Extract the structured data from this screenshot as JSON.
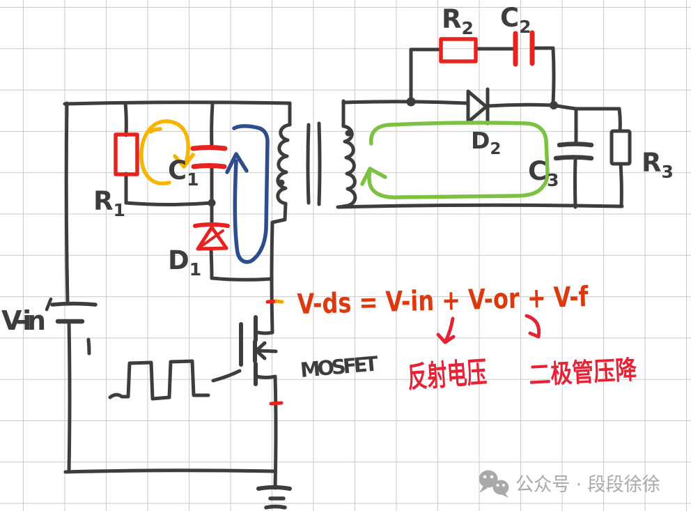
{
  "labels": {
    "r1": {
      "base": "R",
      "sub": "1"
    },
    "c1": {
      "base": "C",
      "sub": "1"
    },
    "d1": {
      "base": "D",
      "sub": "1"
    },
    "r2": {
      "base": "R",
      "sub": "2"
    },
    "c2": {
      "base": "C",
      "sub": "2"
    },
    "d2": {
      "base": "D",
      "sub": "2"
    },
    "c3": {
      "base": "C",
      "sub": "3"
    },
    "r3": {
      "base": "R",
      "sub": "3"
    },
    "vin": "V-in",
    "mosfet": "MOSFET"
  },
  "formula": {
    "text": "V-ds = V-in + V-or + V-f",
    "notes": {
      "reflected_voltage": "反射电压",
      "diode_drop": "二极管压降"
    }
  },
  "watermark": {
    "icon": "wechat-icon",
    "text": "公众号 · 段段徐徐"
  },
  "colors": {
    "ink": "#3d3d3d",
    "component_red": "#e8231f",
    "formula_red": "#de380d",
    "annotation_red": "#e62336",
    "tick_yellow": "#f0a800",
    "loop_yellow": "#f7b500",
    "loop_blue": "#2e4d8f",
    "loop_green": "#7cc142",
    "grid": "#c9c9ca",
    "watermark_gray": "#a9a9a9"
  }
}
